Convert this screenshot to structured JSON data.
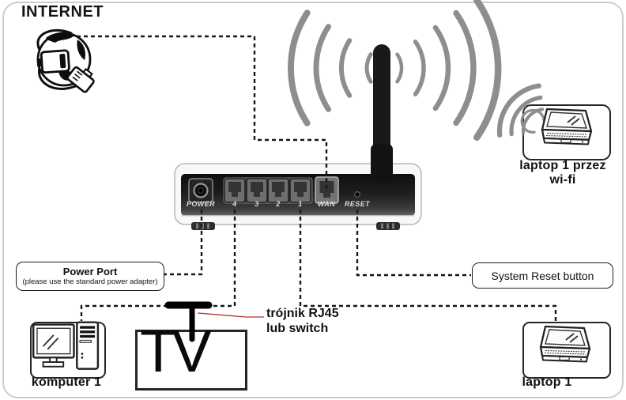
{
  "diagram": {
    "internet_label": "INTERNET",
    "power_port_box": {
      "line1": "Power Port",
      "line2": "(please use the standard power adapter)"
    },
    "system_reset_box": {
      "label": "System Reset button"
    },
    "wifi_laptop": {
      "line1": "laptop 1 przez",
      "line2": "wi-fi"
    },
    "wired_laptop": {
      "label": "laptop 1"
    },
    "desktop": {
      "label": "komputer 1"
    },
    "splitter": {
      "line1": "trójnik RJ45",
      "line2": "lub switch"
    },
    "tv": {
      "label": "TV"
    },
    "router": {
      "power_label": "POWER",
      "port_labels": [
        "4",
        "3",
        "2",
        "1"
      ],
      "wan_label": "WAN",
      "reset_label": "RESET"
    },
    "connections": [
      "internet → router WAN",
      "router POWER → Power Port (standard power adapter)",
      "router RESET → System Reset button",
      "router LAN 4 → trójnik RJ45 lub switch → TV / komputer 1",
      "router LAN 1 → laptop 1",
      "router wi-fi → laptop 1 przez wi-fi"
    ],
    "colors": {
      "dashed_line": "#171717",
      "wifi_wave": "#8e8e8e",
      "annotation_line": "#b23131",
      "router_panel": "#1a1a1a",
      "box_border": "#262626"
    }
  }
}
